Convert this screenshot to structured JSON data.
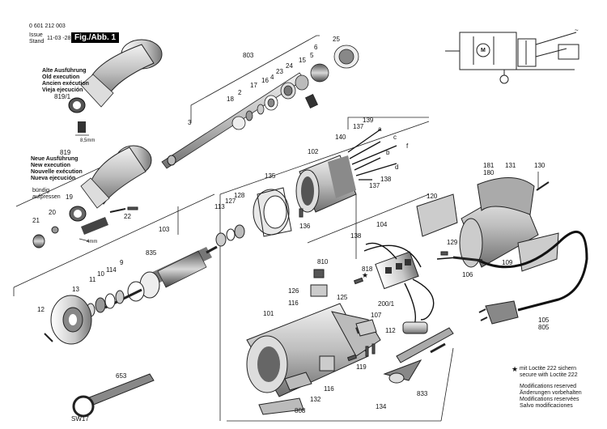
{
  "header": {
    "part_number": "0 601 212 003",
    "issue_label": "Issue",
    "stand_label": "Stand",
    "date": "11-03 -28",
    "figure": "Fig./Abb. 1"
  },
  "old_execution": [
    "Alte Ausführung",
    "Old execution",
    "Ancien exécution",
    "Vieja ejecución"
  ],
  "new_execution": [
    "Neue Ausführung",
    "New execution",
    "Nouvelle exécution",
    "Nueva ejecución"
  ],
  "flush_press": [
    "bündig",
    "aufpressen"
  ],
  "dimensions": {
    "d1": "8,5mm",
    "d2": "4mm"
  },
  "wrench": {
    "size": "SW17"
  },
  "loctite_note": [
    "mit Loctite 222 sichern",
    "secure with Loctite 222"
  ],
  "modifications": [
    "Modifications reserved",
    "Änderungen vorbehalten",
    "Modifications reservées",
    "Salvo modificaciones"
  ],
  "wire_letters": {
    "a": "a",
    "b": "b",
    "c": "c",
    "d": "d",
    "f": "f"
  },
  "circuit": {
    "tilde": "~",
    "motor": "M"
  },
  "parts": {
    "p803": "803",
    "p6": "6",
    "p25": "25",
    "p5": "5",
    "p15": "15",
    "p24": "24",
    "p23": "23",
    "p4": "4",
    "p16": "16",
    "p17": "17",
    "p2": "2",
    "p18": "18",
    "p3": "3",
    "p8191": "819/1",
    "p819": "819",
    "p19": "19",
    "p21": "21",
    "p20": "20",
    "p22": "22",
    "p139": "139",
    "p137a": "137",
    "p140": "140",
    "p102": "102",
    "p135": "135",
    "p138a": "138",
    "p137b": "137",
    "p136": "136",
    "p128": "128",
    "p127": "127",
    "p113": "113",
    "p103": "103",
    "p835": "835",
    "p9": "9",
    "p114": "114",
    "p10": "10",
    "p11": "11",
    "p13": "13",
    "p12": "12",
    "p181": "181",
    "p180": "180",
    "p131": "131",
    "p130": "130",
    "p120": "120",
    "p104": "104",
    "p138b": "138",
    "p129": "129",
    "p810": "810",
    "p818": "818",
    "p126": "126",
    "p116a": "116",
    "p125": "125",
    "p2001": "200/1",
    "p106": "106",
    "p109": "109",
    "p101": "101",
    "p107": "107",
    "p112": "112",
    "p119": "119",
    "p116b": "116",
    "p132": "132",
    "p808": "808",
    "p134": "134",
    "p833": "833",
    "p653": "653",
    "p105": "105",
    "p805": "805"
  },
  "star": "★"
}
